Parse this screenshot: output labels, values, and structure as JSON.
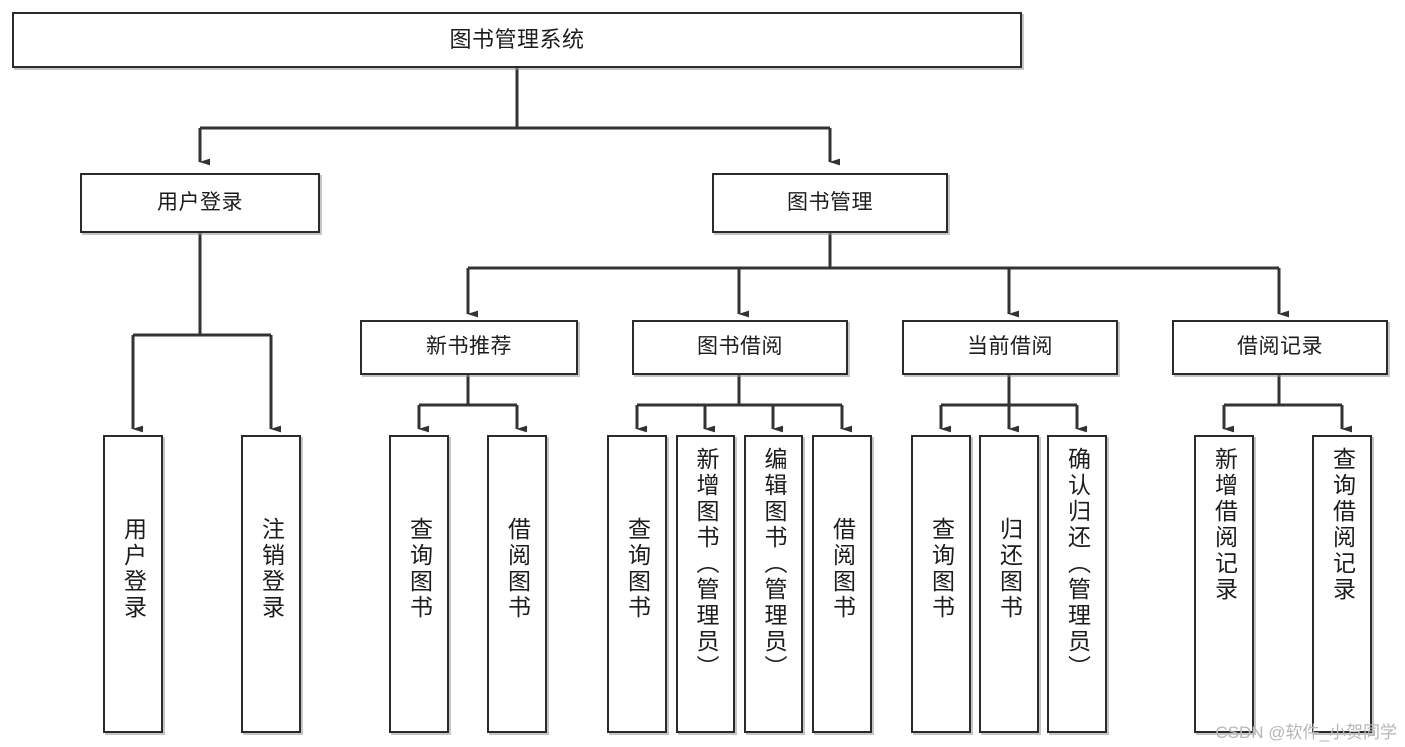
{
  "diagram": {
    "type": "tree",
    "title": "图书管理系统",
    "watermark": "CSDN @软件_小贺同学",
    "colors": {
      "box_border": "#2b2b2b",
      "box_fill": "#ffffff",
      "connector": "#333333",
      "text": "#1c1c1c",
      "watermark": "#b6b6b6"
    },
    "nodes": {
      "root": {
        "label": "图书管理系统",
        "orientation": "horizontal"
      },
      "level2": [
        {
          "id": "user-login",
          "label": "用户登录",
          "orientation": "horizontal"
        },
        {
          "id": "book-manage",
          "label": "图书管理",
          "orientation": "horizontal"
        }
      ],
      "level3": [
        {
          "id": "new-book-recommend",
          "label": "新书推荐",
          "orientation": "horizontal"
        },
        {
          "id": "book-borrow",
          "label": "图书借阅",
          "orientation": "horizontal"
        },
        {
          "id": "current-borrow",
          "label": "当前借阅",
          "orientation": "horizontal"
        },
        {
          "id": "borrow-record",
          "label": "借阅记录",
          "orientation": "horizontal"
        }
      ],
      "leaves": {
        "user-login": [
          {
            "id": "leaf-user-login",
            "label": "用户登录",
            "orientation": "vertical"
          },
          {
            "id": "leaf-logout-login",
            "label": "注销登录",
            "orientation": "vertical"
          }
        ],
        "new-book-recommend": [
          {
            "id": "leaf-query-book-1",
            "label": "查询图书",
            "orientation": "vertical"
          },
          {
            "id": "leaf-borrow-book-1",
            "label": "借阅图书",
            "orientation": "vertical"
          }
        ],
        "book-borrow": [
          {
            "id": "leaf-query-book-2",
            "label": "查询图书",
            "orientation": "vertical"
          },
          {
            "id": "leaf-add-book",
            "label": "新增图书（管理员）",
            "orientation": "vertical"
          },
          {
            "id": "leaf-edit-book",
            "label": "编辑图书（管理员）",
            "orientation": "vertical"
          },
          {
            "id": "leaf-borrow-book-2",
            "label": "借阅图书",
            "orientation": "vertical"
          }
        ],
        "current-borrow": [
          {
            "id": "leaf-query-book-3",
            "label": "查询图书",
            "orientation": "vertical"
          },
          {
            "id": "leaf-return-book",
            "label": "归还图书",
            "orientation": "vertical"
          },
          {
            "id": "leaf-confirm-return",
            "label": "确认归还（管理员）",
            "orientation": "vertical"
          }
        ],
        "borrow-record": [
          {
            "id": "leaf-add-record",
            "label": "新增借阅记录",
            "orientation": "vertical"
          },
          {
            "id": "leaf-query-record",
            "label": "查询借阅记录",
            "orientation": "vertical"
          }
        ]
      }
    }
  }
}
